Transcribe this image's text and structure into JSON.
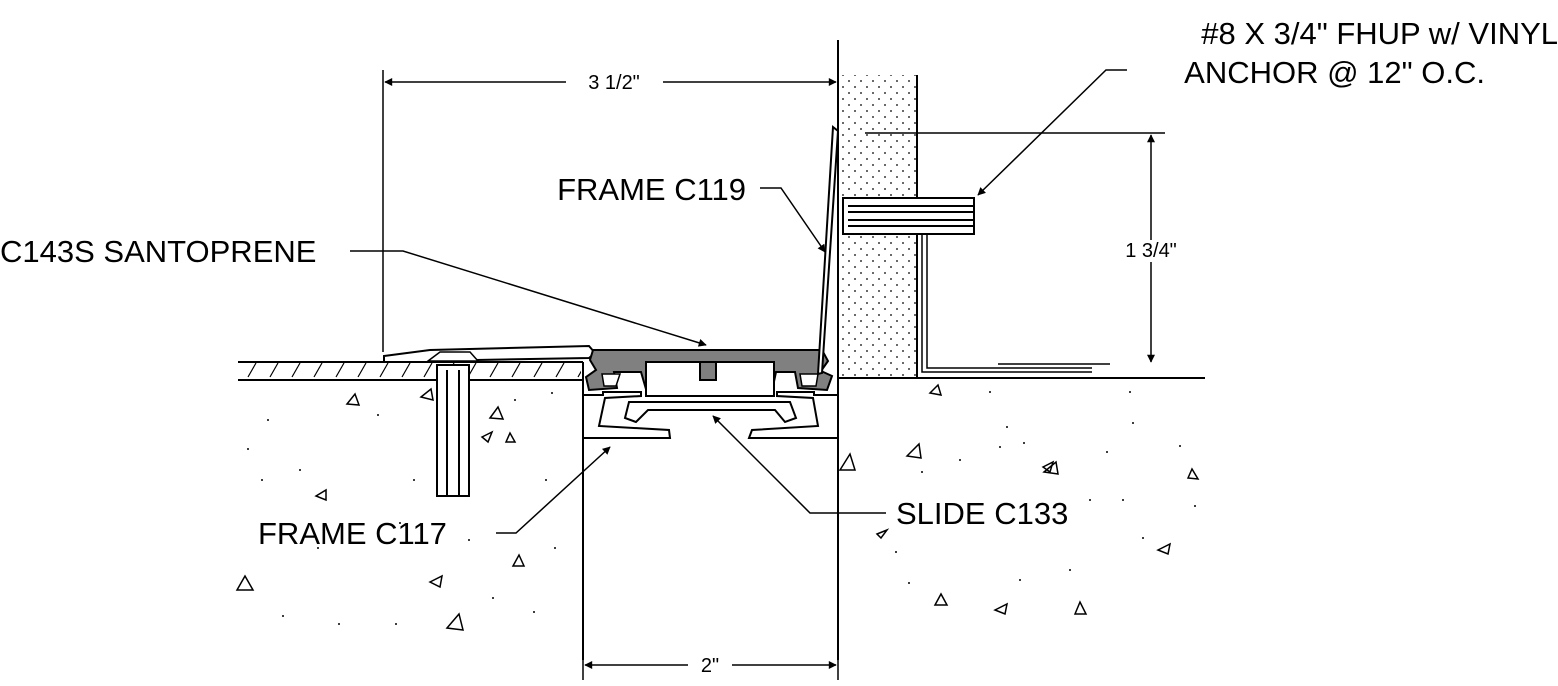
{
  "labels": {
    "anchor_line1": "#8 X 3/4\" FHUP w/ VINYL",
    "anchor_line2": "ANCHOR @ 12\" O.C.",
    "frame_c119": "FRAME C119",
    "santoprene": "C143S SANTOPRENE",
    "frame_c117": "FRAME C117",
    "slide_c133": "SLIDE C133"
  },
  "dimensions": {
    "overall_width": "3 1/2\"",
    "vertical_height": "1 3/4\"",
    "gap_width": "2\""
  },
  "colors": {
    "line": "#000000",
    "santoprene_fill": "#808080",
    "background": "#ffffff"
  }
}
